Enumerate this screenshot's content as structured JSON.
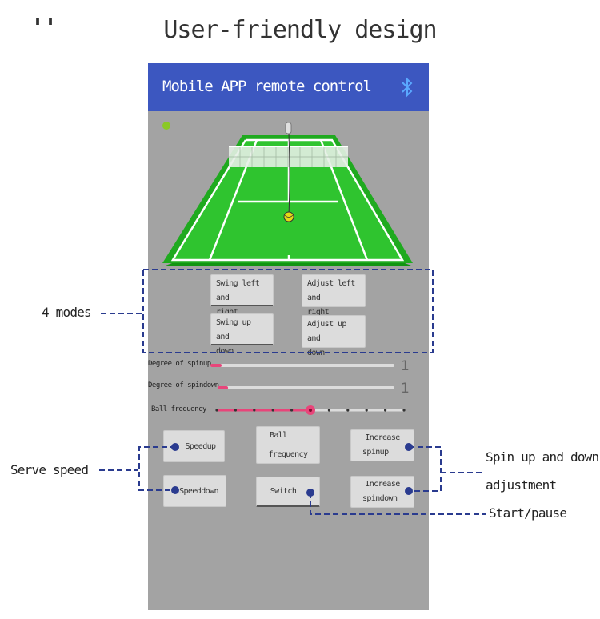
{
  "header": {
    "quote_mark": "''",
    "title": "User-friendly design"
  },
  "app": {
    "title": "Mobile APP remote control",
    "icons": {
      "bluetooth": "bluetooth-icon",
      "status": "status-dot"
    },
    "colors": {
      "appbar": "#3c57c0",
      "screen_bg": "#a3a3a3",
      "court": "#1fb31f",
      "slider_fill": "#e8457a",
      "status_dot": "#8ac926"
    },
    "modes": [
      {
        "label_line1": "Swing left and",
        "label_line2": "right"
      },
      {
        "label_line1": "Adjust left and",
        "label_line2": "right"
      },
      {
        "label_line1": "Swing up and",
        "label_line2": "down"
      },
      {
        "label_line1": "Adjust up and",
        "label_line2": "down"
      }
    ],
    "sliders": [
      {
        "label": "Degree of spinup",
        "value": "1",
        "level": 0.05
      },
      {
        "label": "Degree of spindown",
        "value": "1",
        "level": 0.02
      },
      {
        "label": "Ball frequency",
        "value": "",
        "level": 0.5,
        "steps": 10
      }
    ],
    "buttons": {
      "speedup": "Speedup",
      "speeddown": "Speeddown",
      "ball_frequency_line1": "Ball",
      "ball_frequency_line2": "frequency",
      "switch": "Switch",
      "increase_spinup_line1": "Increase",
      "increase_spinup_line2": "spinup",
      "increase_spindown_line1": "Increase",
      "increase_spindown_line2": "spindown"
    }
  },
  "callouts": {
    "modes": "4 modes",
    "serve_speed": "Serve speed",
    "spin_line1": "Spin up and down",
    "spin_line2": "adjustment",
    "start_pause": "Start/pause",
    "line_color": "#2a3b8f"
  }
}
